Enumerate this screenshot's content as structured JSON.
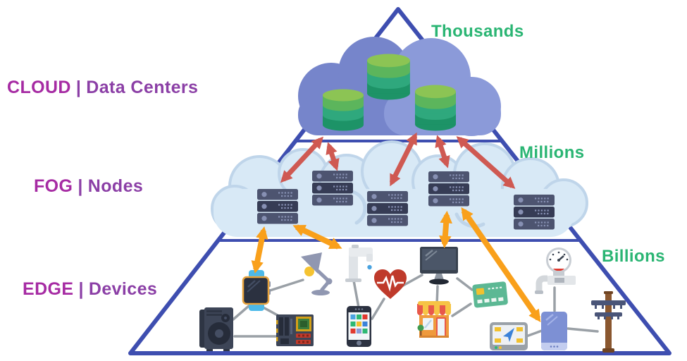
{
  "layers": [
    {
      "name": "CLOUD",
      "separator": "|",
      "items": "Data Centers",
      "scale": "Thousands"
    },
    {
      "name": "FOG",
      "separator": "|",
      "items": "Nodes",
      "scale": "Millions"
    },
    {
      "name": "EDGE",
      "separator": "|",
      "items": "Devices",
      "scale": "Billions"
    }
  ],
  "icons": {
    "cloud_layer": [
      "cloud",
      "database",
      "database",
      "database"
    ],
    "fog_layer": [
      "cloud",
      "server-rack",
      "server-rack",
      "server-rack",
      "server-rack",
      "server-rack"
    ],
    "edge_layer": [
      "smartwatch",
      "desk-lamp",
      "computer-tower",
      "circuit-board",
      "smartphone",
      "faucet",
      "heart-pulse",
      "monitor",
      "storefront",
      "credit-card",
      "water-meter",
      "mobile-phone",
      "gps-navigator",
      "utility-pole"
    ]
  },
  "connections": {
    "cloud_to_fog": {
      "count": 5,
      "direction": "bidirectional"
    },
    "fog_to_edge": {
      "count": 4,
      "direction": "bidirectional"
    }
  },
  "colors": {
    "tier_name": "#a62ba3",
    "tier_desc": "#8b3fa6",
    "scale_green": "#2ab573",
    "outline": "#3e4eb0",
    "arrow_red": "#cf5952",
    "arrow_orange": "#f9a01b",
    "cloud_dark": "#7685cb",
    "cloud_light": "#8b9ad9",
    "fog_fill": "#d8e9f6",
    "fog_stroke": "#bfd5ea",
    "server_light": "#4d5470",
    "server_dark": "#363c55",
    "server_dot": "#8790b3",
    "db_top": "#8cc454",
    "db_green": "#5cb55c",
    "db_teal": "#2fa87d",
    "db_teal_dark": "#1d9367",
    "connector_gray": "#9aa0a6"
  }
}
